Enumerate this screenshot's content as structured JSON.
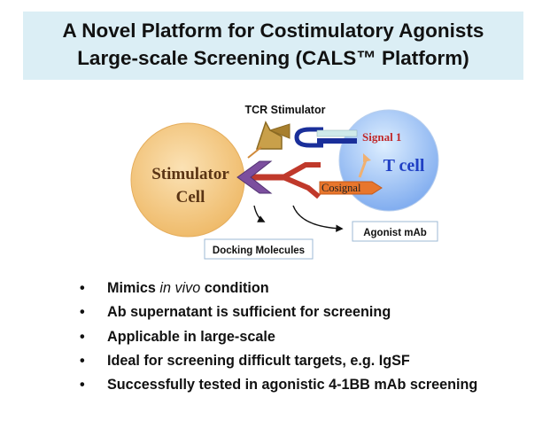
{
  "title": {
    "line1": "A Novel Platform for Costimulatory Agonists",
    "line2": "Large-scale Screening (CALS™ Platform)"
  },
  "diagram": {
    "tcr_stimulator": "TCR Stimulator",
    "stimulator_cell_line1": "Stimulator",
    "stimulator_cell_line2": "Cell",
    "t_cell": "T cell",
    "signal_1": "Signal 1",
    "cosignal": "Cosignal",
    "agonist_mab": "Agonist mAb",
    "docking_molecules": "Docking Molecules",
    "colors": {
      "stimulator_cell": "#f2c27a",
      "t_cell": "#8fb6f0",
      "signal_text": "#c0282a",
      "t_cell_text": "#1f3fc4",
      "cosignal_arrow": "#e8762c"
    }
  },
  "bullets": [
    {
      "before": "Mimics ",
      "italic": "in vivo",
      "after": " condition"
    },
    {
      "text": "Ab supernatant is sufficient for screening"
    },
    {
      "text": "Applicable in large-scale"
    },
    {
      "text": "Ideal for screening difficult targets, e.g. IgSF"
    },
    {
      "text": "Successfully tested in agonistic 4-1BB mAb screening"
    }
  ],
  "bullet_symbol": "•"
}
